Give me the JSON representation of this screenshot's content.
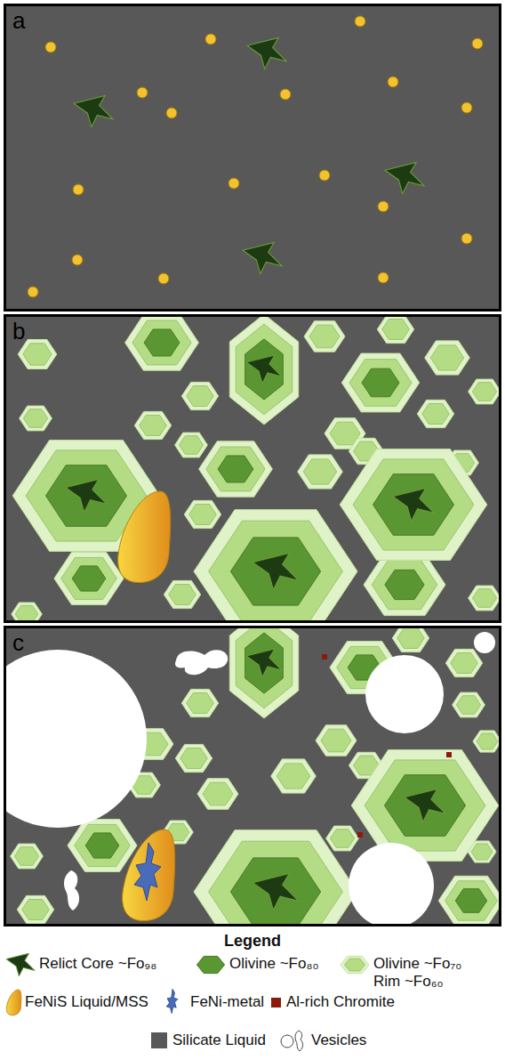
{
  "diagram": {
    "nodes": [
      {
        "text": [
          "a"
        ]
      },
      {
        "text": [
          "b"
        ]
      },
      {
        "text": [
          "c"
        ]
      }
    ],
    "labels": [
      "Legend"
    ],
    "legend": [
      {
        "text": "Relict Core ~Fo₉₈"
      },
      {
        "text": "Olivine ~Fo₈₀"
      },
      {
        "text": "Olivine ~Fo₇₀ Rim ~Fo₆₀"
      },
      {
        "text": "FeNiS Liquid/MSS"
      },
      {
        "text": "FeNi-metal"
      },
      {
        "text": "Al-rich Chromite",
        "color": "#8b1a0a"
      },
      {
        "text": "Silicate Liquid",
        "color": "#585858"
      },
      {
        "text": "Vesicles"
      }
    ]
  }
}
